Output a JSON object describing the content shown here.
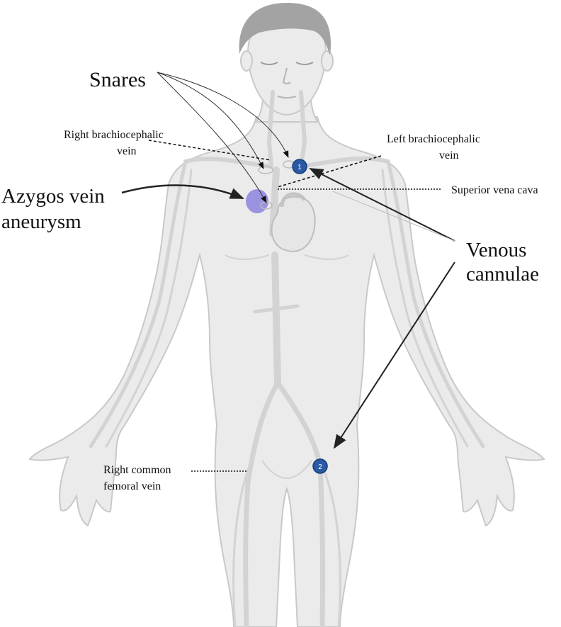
{
  "labels": {
    "snares": "Snares",
    "right_brachiocephalic_line1": "Right brachiocephalic",
    "right_brachiocephalic_line2": "vein",
    "left_brachiocephalic_line1": "Left brachiocephalic",
    "left_brachiocephalic_line2": "vein",
    "superior_vena_cava": "Superior vena cava",
    "azygos_line1": "Azygos vein",
    "azygos_line2": "aneurysm",
    "venous_line1": "Venous",
    "venous_line2": "cannulae",
    "femoral_line1": "Right common",
    "femoral_line2": "femoral vein"
  },
  "markers": {
    "cannula_1": "1",
    "cannula_2": "2"
  },
  "colors": {
    "body_fill": "#ebebeb",
    "body_outline": "#c9c9c9",
    "hair": "#a3a3a3",
    "vessel": "#d3d3d3",
    "cannula_marker": "#2a5aa6",
    "aneurysm": "#8c84de",
    "text": "#111111"
  }
}
